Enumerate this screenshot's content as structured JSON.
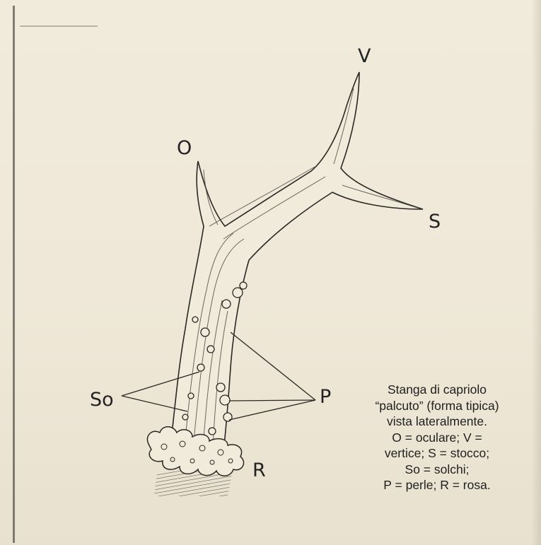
{
  "labels": {
    "v": "V",
    "o": "O",
    "s": "S",
    "so": "So",
    "p": "P",
    "r": "R"
  },
  "caption": {
    "lines": [
      "Stanga di capriolo",
      "“palcuto” (forma tipica)",
      "vista lateralmente.",
      "O = oculare; V =",
      "vertice; S = stocco;",
      "So = solchi;",
      "P = perle; R = rosa."
    ]
  },
  "colors": {
    "paper": "#efe8d8",
    "ink": "#222222"
  }
}
